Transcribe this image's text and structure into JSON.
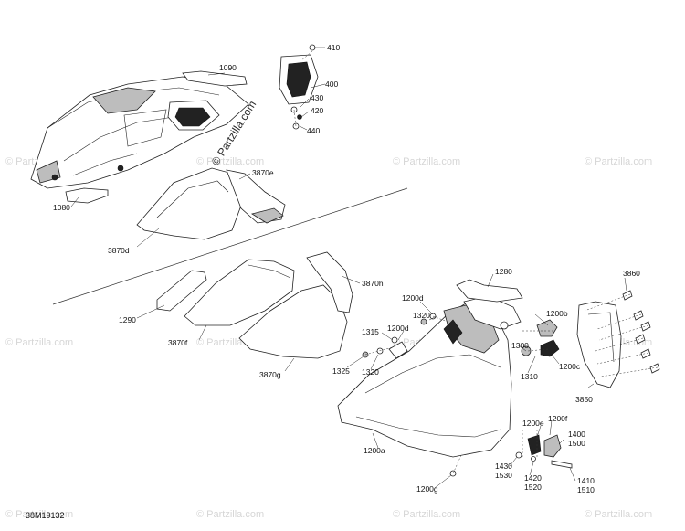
{
  "diagram_code": "38M19132",
  "watermark_text": "© Partzilla.com",
  "labels": {
    "p410": "410",
    "p400": "400",
    "p430": "430",
    "p420": "420",
    "p440": "440",
    "p1090": "1090",
    "p1080": "1080",
    "p3870e": "3870e",
    "p3870d": "3870d",
    "p1290": "1290",
    "p3870f": "3870f",
    "p3870h": "3870h",
    "p3870g": "3870g",
    "p1280": "1280",
    "p3860": "3860",
    "p1200d_a": "1200d",
    "p1320_a": "1320",
    "p1315": "1315",
    "p1200d_b": "1200d",
    "p1325": "1325",
    "p1320_b": "1320",
    "p1200b": "1200b",
    "p1300": "1300",
    "p1310": "1310",
    "p1200c": "1200c",
    "p3850": "3850",
    "p1200e": "1200e",
    "p1200f": "1200f",
    "p1400": "1400",
    "p1500": "1500",
    "p1200a": "1200a",
    "p1430": "1430",
    "p1530": "1530",
    "p1420": "1420",
    "p1520": "1520",
    "p1410": "1410",
    "p1510": "1510",
    "p1200g": "1200g"
  }
}
